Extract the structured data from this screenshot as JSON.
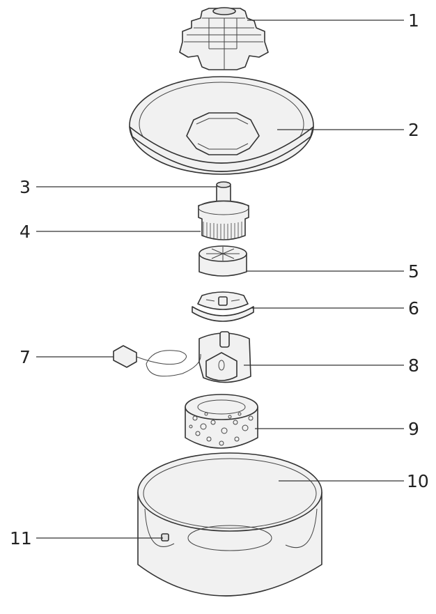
{
  "callouts": [
    {
      "id": 1,
      "label": "1"
    },
    {
      "id": 2,
      "label": "2"
    },
    {
      "id": 3,
      "label": "3"
    },
    {
      "id": 4,
      "label": "4"
    },
    {
      "id": 5,
      "label": "5"
    },
    {
      "id": 6,
      "label": "6"
    },
    {
      "id": 7,
      "label": "7"
    },
    {
      "id": 8,
      "label": "8"
    },
    {
      "id": 9,
      "label": "9"
    },
    {
      "id": 10,
      "label": "10"
    },
    {
      "id": 11,
      "label": "11"
    }
  ],
  "colors": {
    "line": "#333333",
    "fill": "#f1f1f1",
    "background": "#ffffff"
  }
}
